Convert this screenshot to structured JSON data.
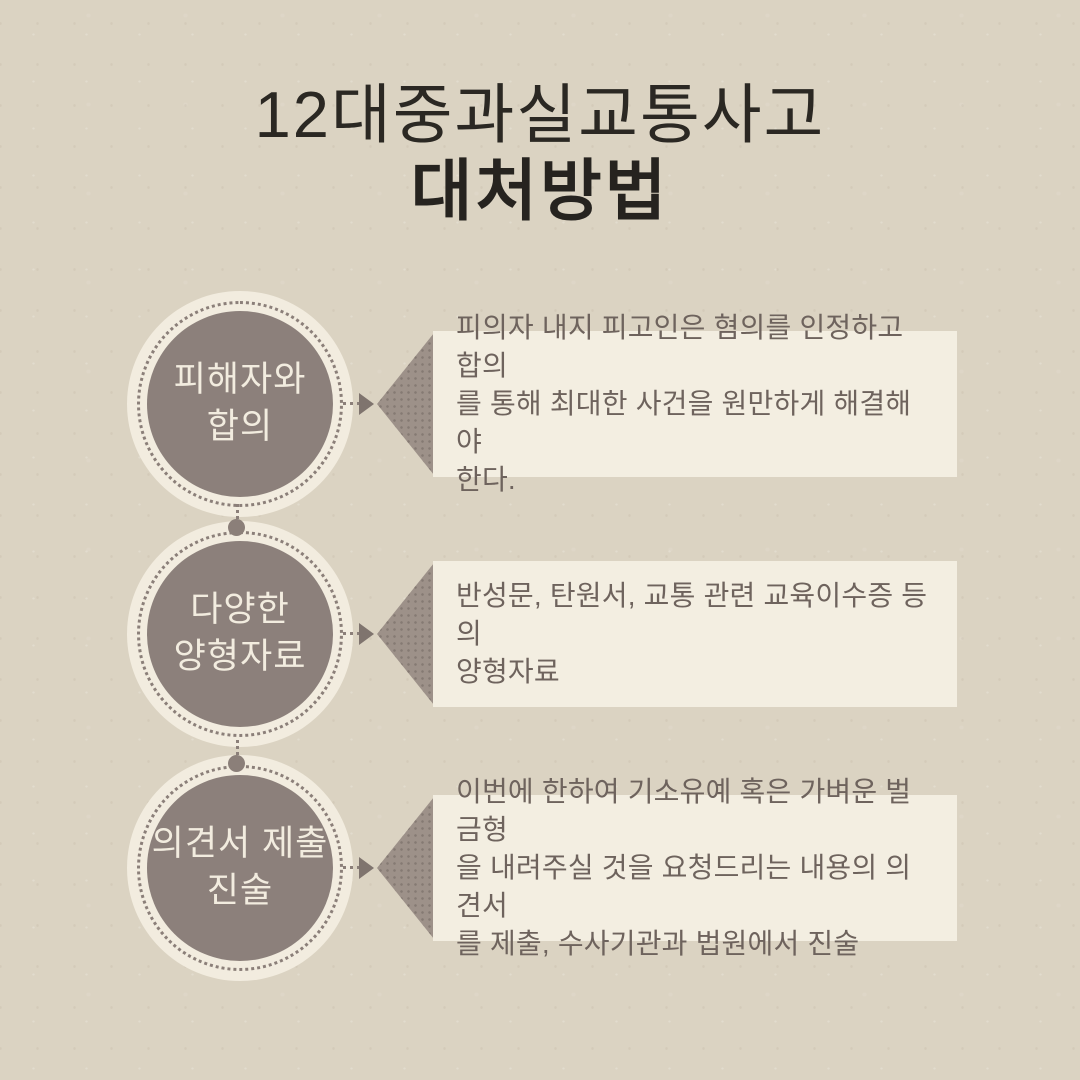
{
  "title": {
    "line1": "12대중과실교통사고",
    "line2": "대처방법"
  },
  "steps": [
    {
      "circle_label": "피해자와\n합의",
      "description": "피의자 내지 피고인은 혐의를 인정하고 합의\n를 통해 최대한 사건을 원만하게 해결해야\n한다."
    },
    {
      "circle_label": "다양한\n양형자료",
      "description": "반성문, 탄원서, 교통 관련 교육이수증 등의\n양형자료"
    },
    {
      "circle_label": "의견서 제출\n진술",
      "description": "이번에 한하여 기소유예 혹은 가벼운 벌금형\n을 내려주실 것을 요청드리는 내용의 의견서\n를 제출, 수사기관과 법원에서 진술"
    }
  ],
  "colors": {
    "background": "#dbd3c2",
    "circle_fill": "#8c807b",
    "circle_ring_cream": "#f2ecdf",
    "panel_cream": "#f3eee1",
    "body_text": "#6e635d",
    "title_text": "#2b2823",
    "arrow": "#7f746e",
    "pointer_triangle": "#9d9189",
    "dotted_line": "#8b7f79"
  }
}
